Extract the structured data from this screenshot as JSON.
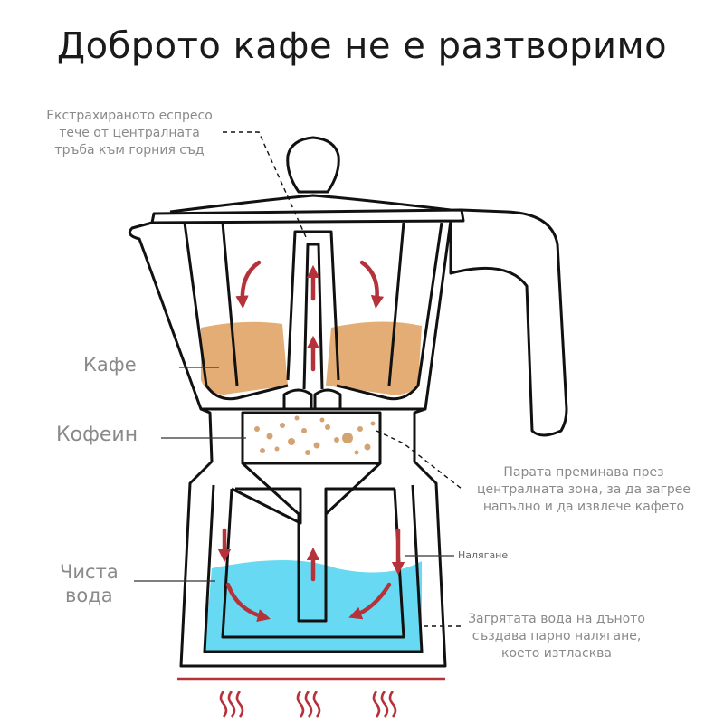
{
  "title": "Доброто кафе не е разтворимо",
  "labels": {
    "extracted_espresso": [
      "Екстрахираното еспресо",
      "тече от централната",
      "тръба към горния съд"
    ],
    "steam": [
      "Парата преминава през",
      "централната зона, за да загрее",
      "напълно и да извлече кафето"
    ],
    "heated_water": [
      "Загрятата вода на дъното",
      "създава парно налягане,",
      "което изтласква"
    ],
    "coffee": "Кафе",
    "caffeine": "Кофеин",
    "clean_water": [
      "Чиста",
      "вода"
    ],
    "pressure": "Налягане"
  },
  "colors": {
    "coffee": "#e4ad75",
    "water": "#67d9f2",
    "arrow": "#b5323a",
    "outline": "#111111",
    "grounds": "#d4a373"
  }
}
